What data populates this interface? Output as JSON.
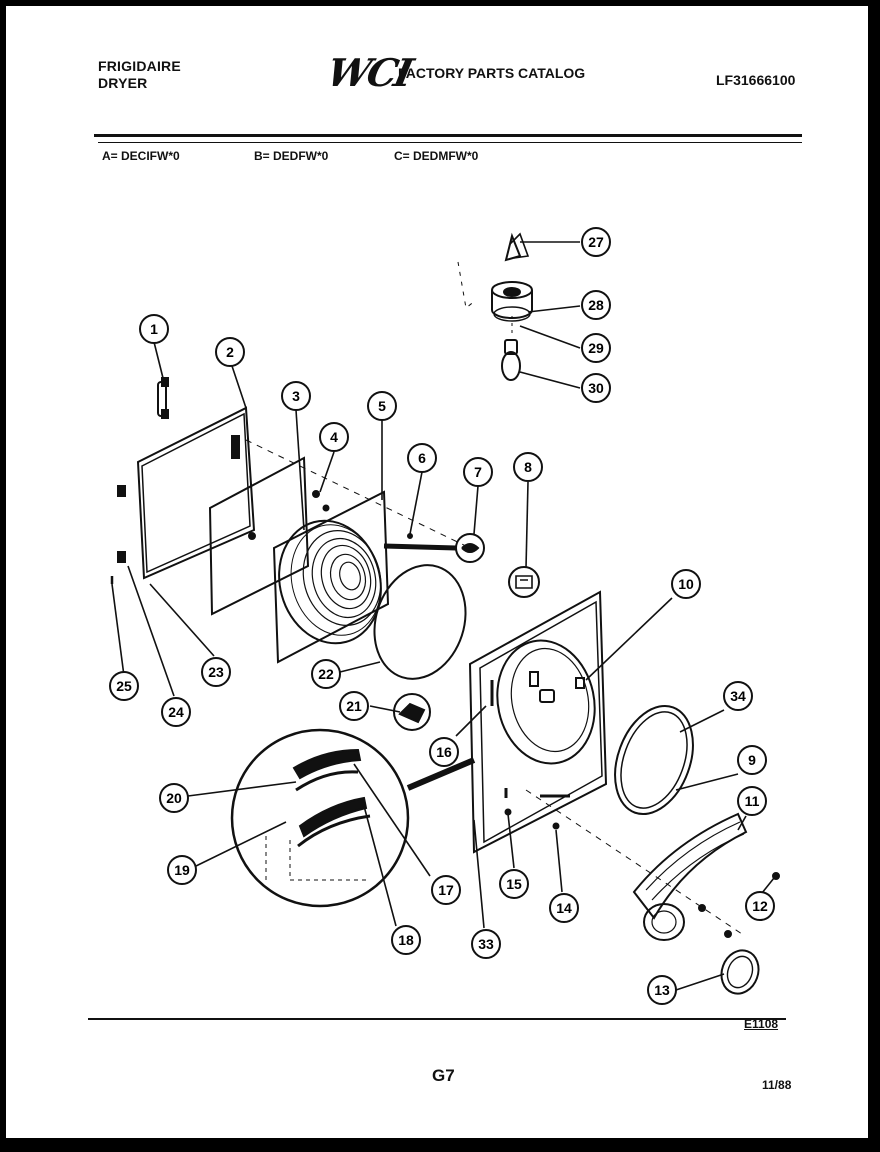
{
  "header": {
    "brand_line1": "FRIGIDAIRE",
    "brand_line2": "DRYER",
    "logo_text": "WCI",
    "catalog_title": "FACTORY PARTS CATALOG",
    "catalog_number": "LF31666100"
  },
  "models": {
    "a": "A= DECIFW*0",
    "b": "B= DEDFW*0",
    "c": "C= DEDMFW*0"
  },
  "footer": {
    "drawing_code": "E1108",
    "page": "G7",
    "date": "11/88"
  },
  "callouts": [
    "1",
    "2",
    "3",
    "4",
    "5",
    "6",
    "7",
    "8",
    "9",
    "10",
    "11",
    "12",
    "13",
    "14",
    "15",
    "16",
    "17",
    "18",
    "19",
    "20",
    "21",
    "22",
    "23",
    "24",
    "25",
    "27",
    "28",
    "29",
    "30",
    "33",
    "34"
  ]
}
